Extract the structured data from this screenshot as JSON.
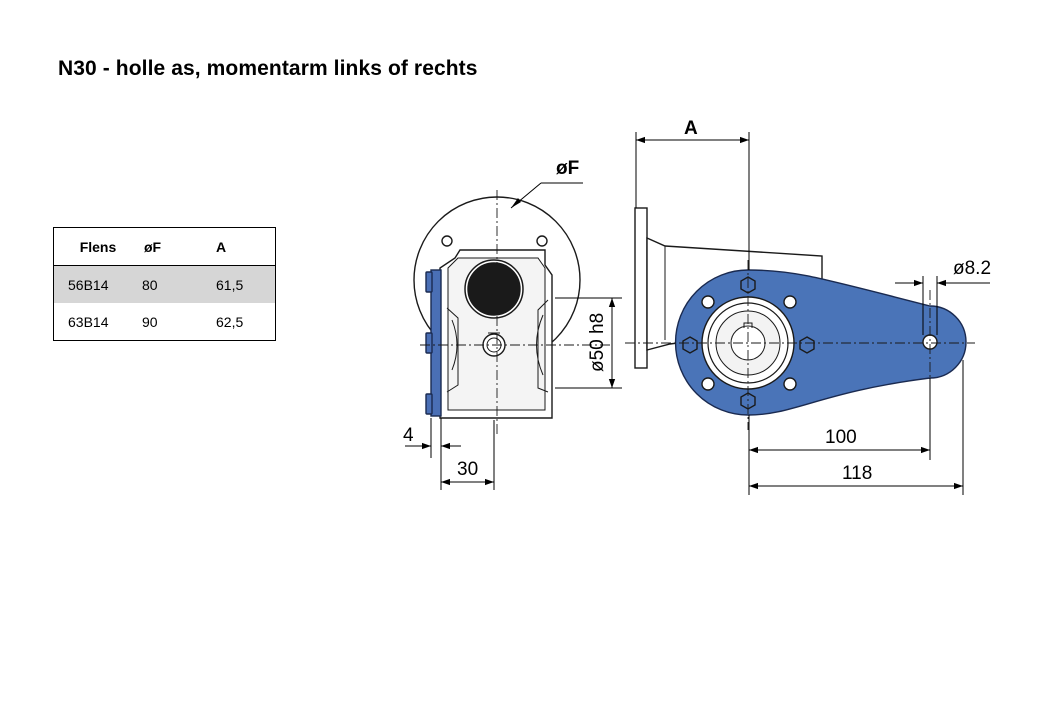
{
  "title": "N30 - holle as, momentarm links of rechts",
  "table": {
    "headers": [
      "Flens",
      "øF",
      "A"
    ],
    "rows": [
      [
        "56B14",
        "80",
        "61,5"
      ],
      [
        "63B14",
        "90",
        "62,5"
      ]
    ]
  },
  "drawing": {
    "label_phiF": "øF",
    "label_A": "A",
    "label_phi50": "ø50 h8",
    "label_4": "4",
    "label_30": "30",
    "label_100": "100",
    "label_118": "118",
    "label_phi8_2": "ø8.2",
    "colors": {
      "arm": "#4a74b8",
      "flange_side": "#4a6fb5",
      "outline": "#1a1a1a"
    }
  }
}
